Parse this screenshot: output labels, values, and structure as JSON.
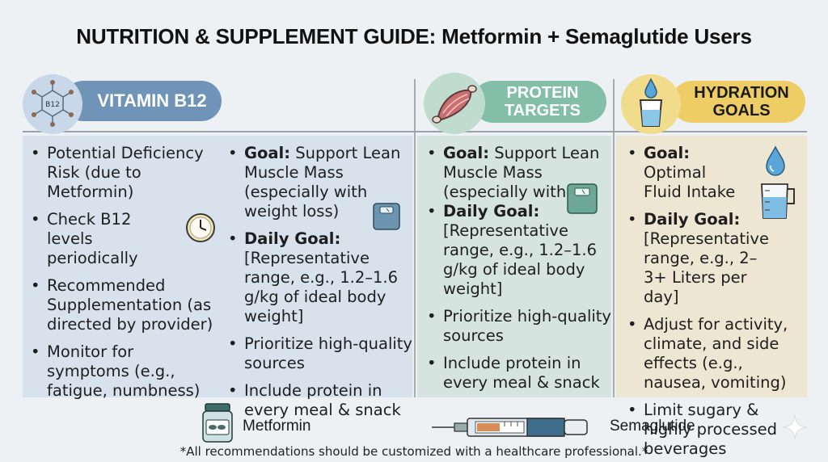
{
  "title": "NUTRITION & SUPPLEMENT GUIDE: Metformin + Semaglutide Users",
  "sections": {
    "b12": {
      "header": "VITAMIN B12",
      "icon": "b12-molecule-icon",
      "col1": [
        "Potential Deficiency Risk (due to Metformin)",
        "Check B12 levels periodically",
        "Recommended Supplementation (as directed by provider)",
        "Monitor for symptoms (e.g., fatigue, numbness)"
      ],
      "col2": [
        {
          "bold": "Goal:",
          "text": " Support Lean Muscle Mass (especially with weight loss)"
        },
        {
          "bold": "Daily Goal:",
          "text": " [Representative range, e.g., 1.2–1.6 g/kg of ideal body weight]"
        },
        {
          "bold": "",
          "text": "Prioritize high-quality sources"
        },
        {
          "bold": "",
          "text": "Include protein in every meal & snack"
        }
      ]
    },
    "protein": {
      "header_line1": "PROTEIN",
      "header_line2": "TARGETS",
      "icon": "muscle-icon",
      "items": [
        {
          "bold": "Goal:",
          "text": " Support Lean Muscle Mass (especially with"
        },
        {
          "bold": "Daily Goal:",
          "text": " [Representative range, e.g., 1.2–1.6 g/kg of ideal body weight]"
        },
        {
          "bold": "",
          "text": "Prioritize high-quality sources"
        },
        {
          "bold": "",
          "text": "Include protein in every meal & snack"
        }
      ]
    },
    "hydration": {
      "header_line1": "HYDRATION",
      "header_line2": "GOALS",
      "icon": "water-glass-icon",
      "items": [
        {
          "bold": "Goal:",
          "text": " Optimal Fluid Intake"
        },
        {
          "bold": "Daily Goal:",
          "text": " [Representative range, e.g., 2–3+ Liters per day]"
        },
        {
          "bold": "",
          "text": "Adjust for activity, climate, and side effects (e.g., nausea, vomiting)"
        },
        {
          "bold": "",
          "text": "Limit sugary & highly processed beverages"
        }
      ]
    }
  },
  "footer": {
    "metformin_label": "Metformin",
    "semaglutide_label": "Semaglutide",
    "note": "*All recommendations should be customized with a healthcare professional.*"
  },
  "colors": {
    "b12": "#6f94b8",
    "protein": "#83bfa8",
    "hydration": "#eecd64"
  }
}
